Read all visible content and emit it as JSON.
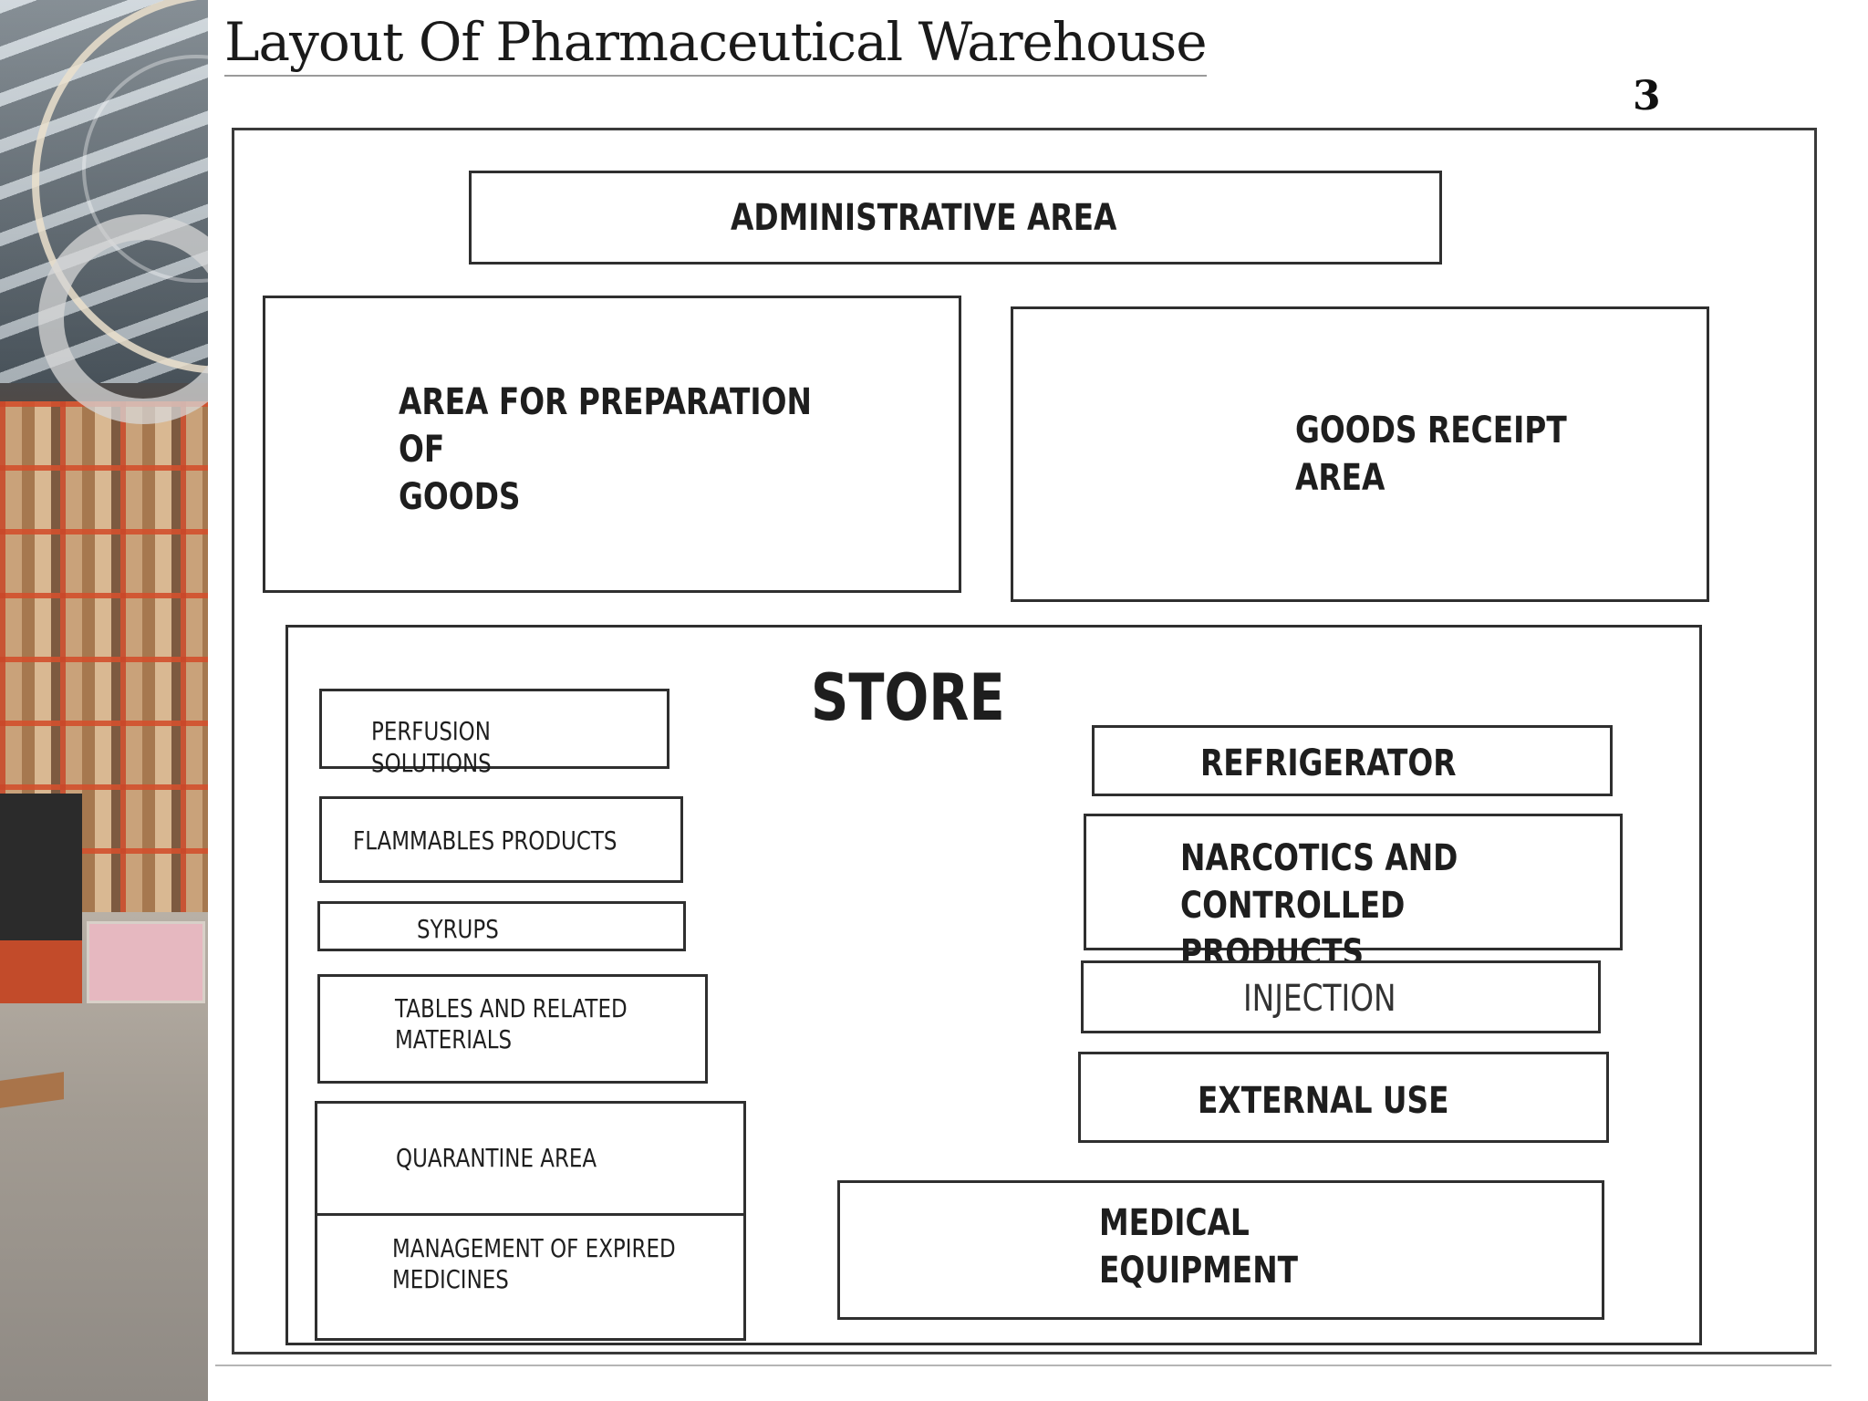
{
  "slide": {
    "title": "Layout Of Pharmaceutical Warehouse",
    "page_number": "3"
  },
  "diagram": {
    "administrative_area": "ADMINISTRATIVE AREA",
    "preparation_area": "AREA FOR PREPARATION OF\nGOODS",
    "goods_receipt_area": "GOODS RECEIPT\nAREA",
    "store": {
      "label": "STORE",
      "left_zones": {
        "perfusion": "PERFUSION SOLUTIONS",
        "flammables": "FLAMMABLES PRODUCTS",
        "syrups": "SYRUPS",
        "tables": "TABLES AND RELATED\nMATERIALS",
        "quarantine": "QUARANTINE AREA",
        "expired": "MANAGEMENT OF EXPIRED\nMEDICINES"
      },
      "right_zones": {
        "refrigerator": "REFRIGERATOR",
        "narcotics": "NARCOTICS AND\nCONTROLLED PRODUCTS",
        "injection": "INJECTION",
        "external_use": "EXTERNAL USE",
        "medical_equipment": "MEDICAL\nEQUIPMENT"
      }
    }
  }
}
